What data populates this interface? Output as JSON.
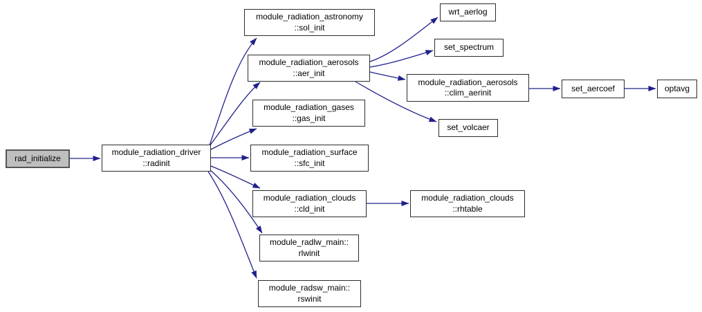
{
  "diagram": {
    "kind": "call-graph",
    "background_color": "#ffffff",
    "edge_color": "#20208c",
    "node_border_color": "#2b2b2b",
    "highlight_fill_color": "#bfbfbf",
    "nodes": [
      {
        "id": "rad_initialize",
        "lines": [
          "rad_initialize"
        ],
        "highlighted": true
      },
      {
        "id": "module_radiation_driver::radinit",
        "lines": [
          "module_radiation_driver",
          "::radinit"
        ]
      },
      {
        "id": "module_radiation_astronomy::sol_init",
        "lines": [
          "module_radiation_astronomy",
          "::sol_init"
        ]
      },
      {
        "id": "module_radiation_aerosols::aer_init",
        "lines": [
          "module_radiation_aerosols",
          "::aer_init"
        ]
      },
      {
        "id": "wrt_aerlog",
        "lines": [
          "wrt_aerlog"
        ]
      },
      {
        "id": "set_spectrum",
        "lines": [
          "set_spectrum"
        ]
      },
      {
        "id": "module_radiation_aerosols::clim_aerinit",
        "lines": [
          "module_radiation_aerosols",
          "::clim_aerinit"
        ]
      },
      {
        "id": "set_aercoef",
        "lines": [
          "set_aercoef"
        ]
      },
      {
        "id": "optavg",
        "lines": [
          "optavg"
        ]
      },
      {
        "id": "set_volcaer",
        "lines": [
          "set_volcaer"
        ]
      },
      {
        "id": "module_radiation_gases::gas_init",
        "lines": [
          "module_radiation_gases",
          "::gas_init"
        ]
      },
      {
        "id": "module_radiation_surface::sfc_init",
        "lines": [
          "module_radiation_surface",
          "::sfc_init"
        ]
      },
      {
        "id": "module_radiation_clouds::cld_init",
        "lines": [
          "module_radiation_clouds",
          "::cld_init"
        ]
      },
      {
        "id": "module_radiation_clouds::rhtable",
        "lines": [
          "module_radiation_clouds",
          "::rhtable"
        ]
      },
      {
        "id": "module_radlw_main::rlwinit",
        "lines": [
          "module_radlw_main::",
          "rlwinit"
        ]
      },
      {
        "id": "module_radsw_main::rswinit",
        "lines": [
          "module_radsw_main::",
          "rswinit"
        ]
      }
    ],
    "edges": [
      {
        "from": "rad_initialize",
        "to": "module_radiation_driver::radinit"
      },
      {
        "from": "module_radiation_driver::radinit",
        "to": "module_radiation_astronomy::sol_init"
      },
      {
        "from": "module_radiation_driver::radinit",
        "to": "module_radiation_aerosols::aer_init"
      },
      {
        "from": "module_radiation_driver::radinit",
        "to": "module_radiation_gases::gas_init"
      },
      {
        "from": "module_radiation_driver::radinit",
        "to": "module_radiation_surface::sfc_init"
      },
      {
        "from": "module_radiation_driver::radinit",
        "to": "module_radiation_clouds::cld_init"
      },
      {
        "from": "module_radiation_driver::radinit",
        "to": "module_radlw_main::rlwinit"
      },
      {
        "from": "module_radiation_driver::radinit",
        "to": "module_radsw_main::rswinit"
      },
      {
        "from": "module_radiation_aerosols::aer_init",
        "to": "wrt_aerlog"
      },
      {
        "from": "module_radiation_aerosols::aer_init",
        "to": "set_spectrum"
      },
      {
        "from": "module_radiation_aerosols::aer_init",
        "to": "module_radiation_aerosols::clim_aerinit"
      },
      {
        "from": "module_radiation_aerosols::aer_init",
        "to": "set_volcaer"
      },
      {
        "from": "module_radiation_aerosols::clim_aerinit",
        "to": "set_aercoef"
      },
      {
        "from": "set_aercoef",
        "to": "optavg"
      },
      {
        "from": "module_radiation_clouds::cld_init",
        "to": "module_radiation_clouds::rhtable"
      }
    ]
  }
}
